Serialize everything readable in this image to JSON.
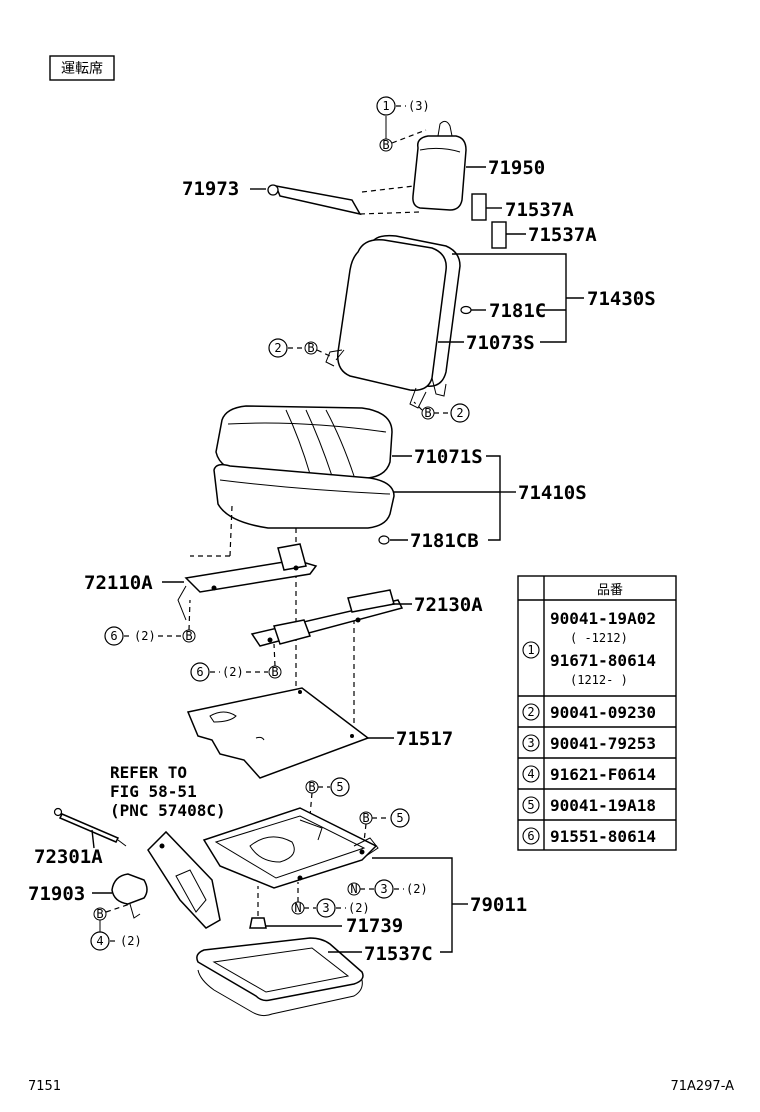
{
  "header": {
    "seat_label": "運転席"
  },
  "footer": {
    "page_ref": "7151",
    "figure_id": "71A297-A"
  },
  "part_numbers": {
    "p71950": "71950",
    "p71973": "71973",
    "p71537A_1": "71537A",
    "p71537A_2": "71537A",
    "p71430S": "71430S",
    "p7181C": "7181C",
    "p71073S": "71073S",
    "p71071S": "71071S",
    "p71410S": "71410S",
    "p7181CB": "7181CB",
    "p72110A": "72110A",
    "p72130A": "72130A",
    "p71517": "71517",
    "p72301A": "72301A",
    "p71903": "71903",
    "p79011": "79011",
    "p71739": "71739",
    "p71537C": "71537C"
  },
  "refer_note": {
    "line1": "REFER TO",
    "line2": "FIG 58-51",
    "line3": "(PNC 57408C)"
  },
  "callouts": {
    "c1_num": "1",
    "c1_qty": "(3)",
    "c2a_num": "2",
    "c2b_num": "2",
    "c6a_num": "6",
    "c6a_qty": "(2)",
    "c6b_num": "6",
    "c6b_qty": "(2)",
    "c5a_num": "5",
    "c5b_num": "5",
    "c3a_num": "3",
    "c3a_qty": "(2)",
    "c3b_num": "3",
    "c3b_qty": "(2)",
    "c4_num": "4",
    "c4_qty": "(2)"
  },
  "markers": {
    "bolt": "B",
    "nut": "N"
  },
  "parts_table": {
    "header": "品番",
    "rows": [
      {
        "num": "1",
        "lines": [
          "90041-19A02",
          "(      -1212)",
          "91671-80614",
          "(1212-      )"
        ]
      },
      {
        "num": "2",
        "lines": [
          "90041-09230"
        ]
      },
      {
        "num": "3",
        "lines": [
          "90041-79253"
        ]
      },
      {
        "num": "4",
        "lines": [
          "91621-F0614"
        ]
      },
      {
        "num": "5",
        "lines": [
          "90041-19A18"
        ]
      },
      {
        "num": "6",
        "lines": [
          "91551-80614"
        ]
      }
    ]
  }
}
